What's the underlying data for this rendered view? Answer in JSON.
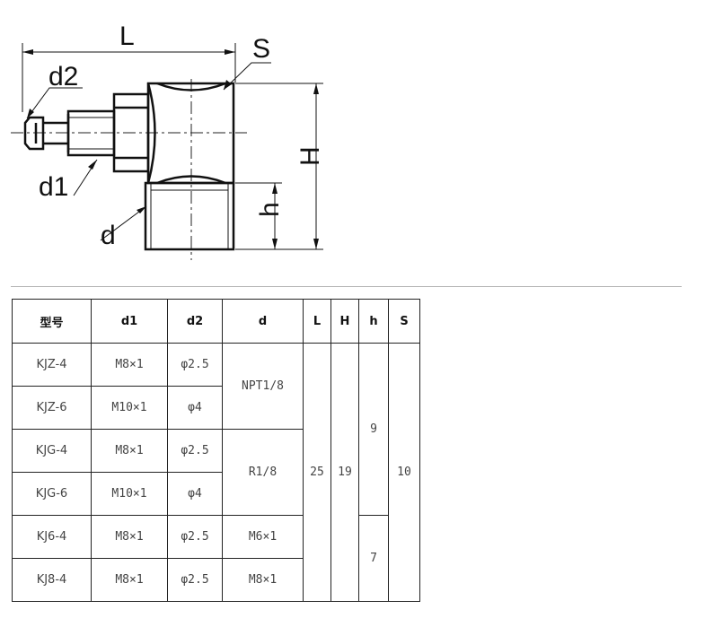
{
  "drawing": {
    "labels": {
      "L": "L",
      "S": "S",
      "d2": "d2",
      "d1": "d1",
      "d": "d",
      "H": "H",
      "h": "h"
    }
  },
  "table": {
    "headers": [
      "型号",
      "d1",
      "d2",
      "d",
      "L",
      "H",
      "h",
      "S"
    ],
    "rows": [
      {
        "model": "KJZ-4",
        "d1": "M8×1",
        "d2": "φ2.5"
      },
      {
        "model": "KJZ-6",
        "d1": "M10×1",
        "d2": "φ4"
      },
      {
        "model": "KJG-4",
        "d1": "M8×1",
        "d2": "φ2.5"
      },
      {
        "model": "KJG-6",
        "d1": "M10×1",
        "d2": "φ4"
      },
      {
        "model": "KJ6-4",
        "d1": "M8×1",
        "d2": "φ2.5"
      },
      {
        "model": "KJ8-4",
        "d1": "M8×1",
        "d2": "φ2.5"
      }
    ],
    "merged": {
      "d_npt": "NPT1/8",
      "d_r": "R1/8",
      "d_m6": "M6×1",
      "d_m8": "M8×1",
      "L": "25",
      "H": "19",
      "h_9": "9",
      "h_7": "7",
      "S": "10"
    }
  }
}
